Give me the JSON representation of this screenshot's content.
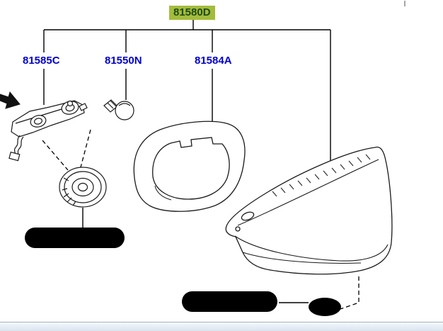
{
  "diagram": {
    "assembly_callout": {
      "label": "81580D"
    },
    "callouts": [
      {
        "id": "socket",
        "label": "81585C"
      },
      {
        "id": "bulb",
        "label": "81550N"
      },
      {
        "id": "gasket",
        "label": "81584A"
      }
    ],
    "colors": {
      "callout_text": "#0000cc",
      "assembly_highlight_bg": "#a4bc3c",
      "assembly_highlight_text": "#1d4a10",
      "line": "#000000"
    }
  }
}
